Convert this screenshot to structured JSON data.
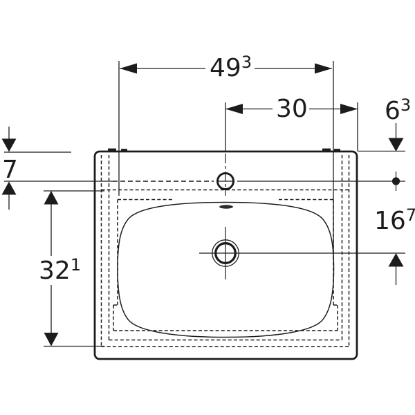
{
  "colors": {
    "line": "#1c1c1c",
    "bg": "#ffffff"
  },
  "dims": {
    "basin_width": {
      "value": "49",
      "sup": "3"
    },
    "center_to_right_edge": {
      "value": "30",
      "sup": ""
    },
    "rear_offset": {
      "value": "6",
      "sup": "3"
    },
    "rear_to_tap": {
      "value": "7",
      "sup": ""
    },
    "tap_to_front": {
      "value": "32",
      "sup": "1"
    },
    "tap_to_drain": {
      "value": "16",
      "sup": "7"
    }
  }
}
